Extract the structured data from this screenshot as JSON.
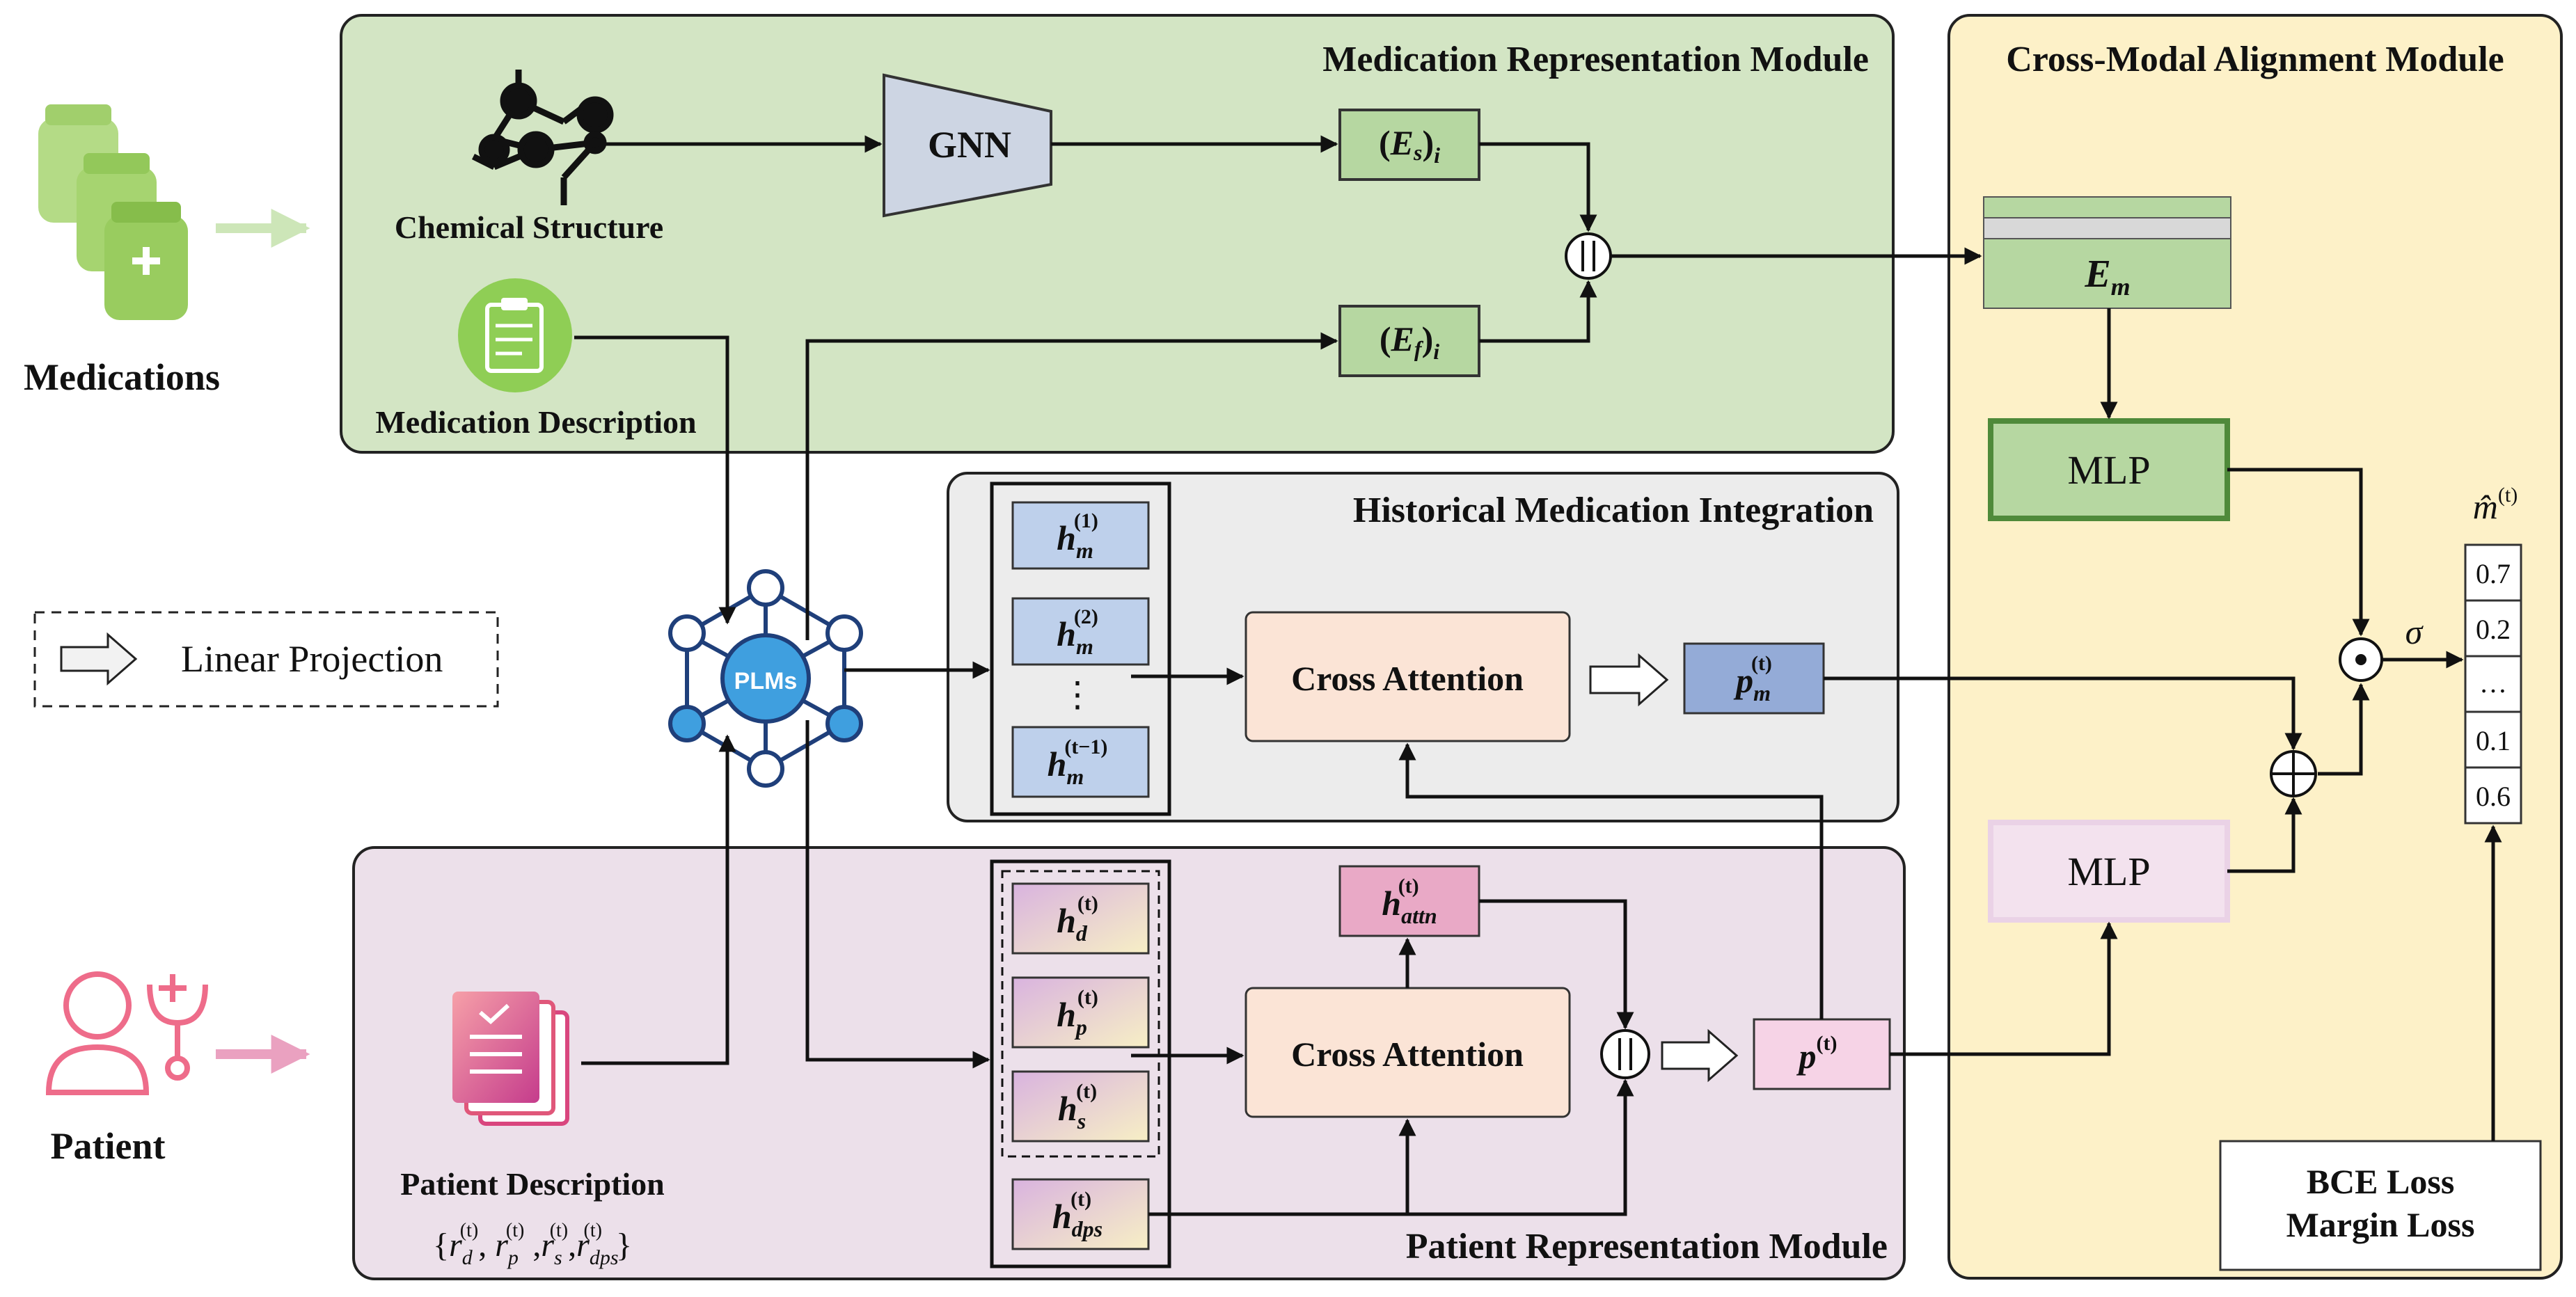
{
  "modules": {
    "medication_rep": "Medication Representation Module",
    "historical": "Historical Medication Integration",
    "patient_rep": "Patient Representation Module",
    "cross_modal": "Cross-Modal Alignment Module"
  },
  "labels": {
    "medications": "Medications",
    "patient": "Patient",
    "chemical_structure": "Chemical Structure",
    "medication_description": "Medication Description",
    "patient_description": "Patient Description",
    "gnn": "GNN",
    "plms": "PLMs",
    "linear_projection": "Linear Projection",
    "cross_attention_hist": "Cross Attention",
    "cross_attention_patient": "Cross Attention",
    "mlp_top": "MLP",
    "mlp_bottom": "MLP",
    "bce_loss": "BCE Loss",
    "margin_loss": "Margin Loss",
    "sigma": "σ",
    "vdots": "⋮",
    "ellipsis": "…"
  },
  "colors": {
    "med_module_bg": "#d3e5c4",
    "hist_module_bg": "#ececec",
    "patient_module_bg": "#ece0ea",
    "cross_module_bg": "#fdf1c8",
    "green_box": "#b6d7a1",
    "blue_box": "#bed0eb",
    "peach_box": "#fbe4d6",
    "pink_box": "#e9a9c6",
    "plm_blue": "#3f9fdf"
  },
  "output_scores": [
    "0.7",
    "0.2",
    "...",
    "0.1",
    "0.6"
  ],
  "icons": [
    "medication-bottles-icon",
    "molecule-icon",
    "clipboard-icon",
    "doctor-icon",
    "document-icon",
    "plm-network-icon"
  ]
}
